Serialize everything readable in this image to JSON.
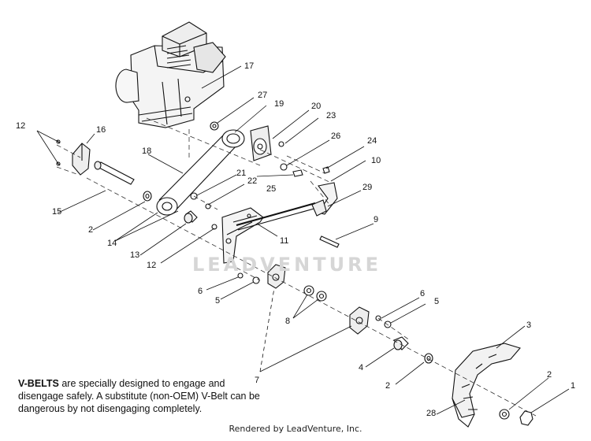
{
  "diagram": {
    "callouts": {
      "c1": "1",
      "c2a": "2",
      "c2b": "2",
      "c2c": "2",
      "c3": "3",
      "c4": "4",
      "c5a": "5",
      "c5b": "5",
      "c6a": "6",
      "c6b": "6",
      "c7": "7",
      "c8": "8",
      "c9": "9",
      "c10": "10",
      "c11": "11",
      "c12a": "12",
      "c12b": "12",
      "c13": "13",
      "c14": "14",
      "c15": "15",
      "c16": "16",
      "c17": "17",
      "c18": "18",
      "c19": "19",
      "c20": "20",
      "c21": "21",
      "c22": "22",
      "c23": "23",
      "c24": "24",
      "c25": "25",
      "c26": "26",
      "c27": "27",
      "c28": "28",
      "c29": "29"
    },
    "watermark": "LEADVENTURE",
    "notice": {
      "bold": "V-BELTS",
      "text": " are specially designed to engage and disengage safely. A substitute (non-OEM) V-Belt can be dangerous by not disengaging completely."
    },
    "footer": "Rendered by LeadVenture, Inc."
  }
}
